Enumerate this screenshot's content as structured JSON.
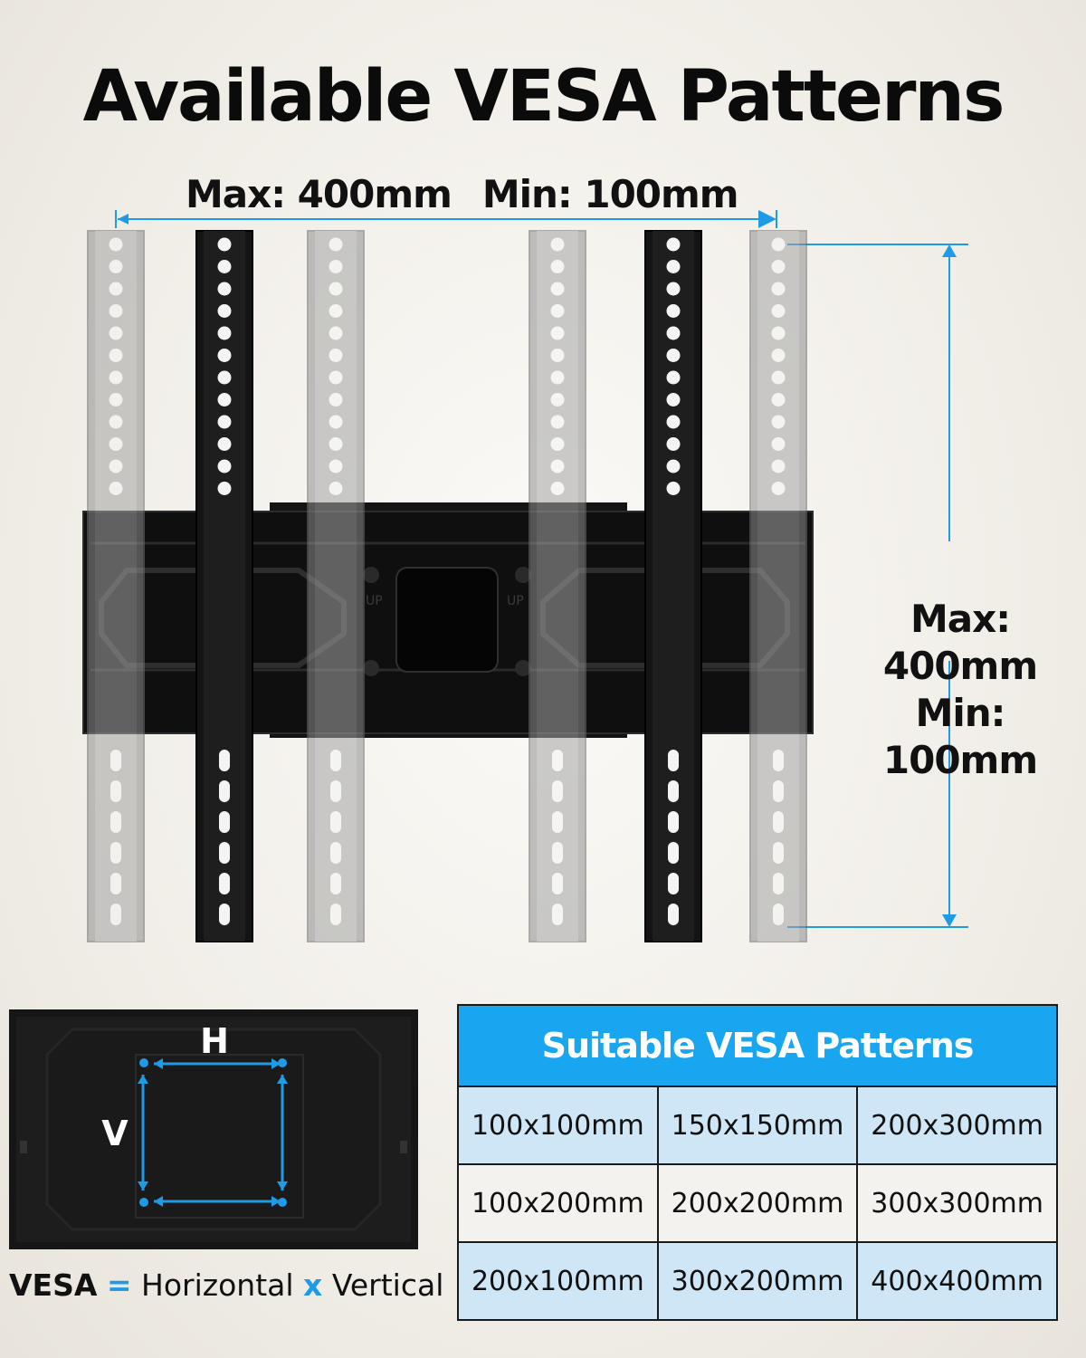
{
  "title": "Available VESA Patterns",
  "horizontal_range": {
    "max": "Max: 400mm",
    "min": "Min: 100mm"
  },
  "vertical_range": {
    "max": "Max: 400mm",
    "min": "Min: 100mm"
  },
  "bracket_marks": {
    "up": "UP"
  },
  "tv_diagram": {
    "h_label": "H",
    "v_label": "V"
  },
  "legend": {
    "vesa": "VESA",
    "eq": "=",
    "horizontal": "Horizontal",
    "x": "x",
    "vertical": "Vertical"
  },
  "table": {
    "header": "Suitable VESA Patterns",
    "rows": [
      [
        "100x100mm",
        "150x150mm",
        "200x300mm"
      ],
      [
        "100x200mm",
        "200x200mm",
        "300x300mm"
      ],
      [
        "200x100mm",
        "300x200mm",
        "400x400mm"
      ]
    ]
  },
  "colors": {
    "accent": "#1f9be6",
    "table_header": "#19a6f0",
    "bracket": "#111111",
    "ghost": "#9a9a9a"
  }
}
